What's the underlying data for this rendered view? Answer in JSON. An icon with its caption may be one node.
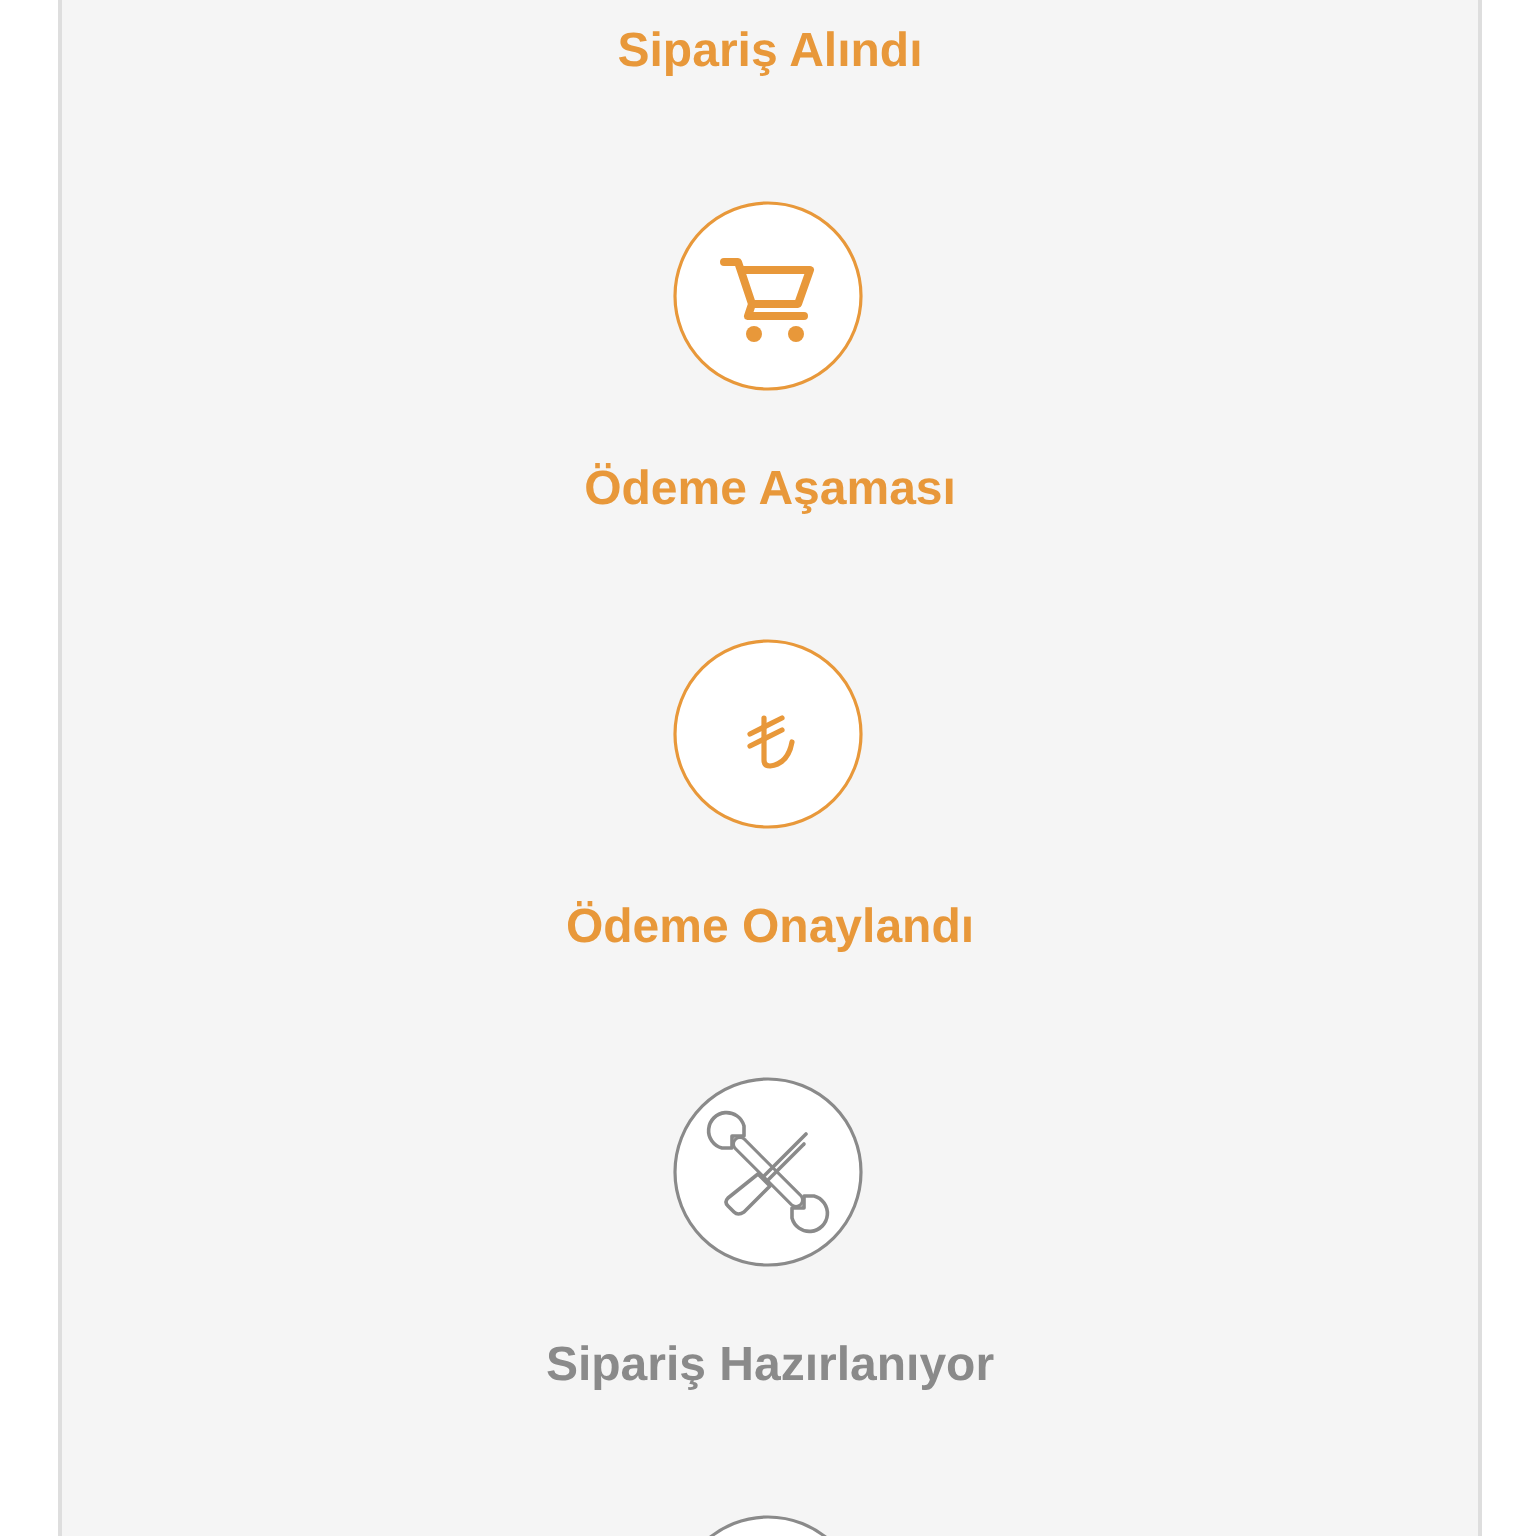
{
  "diagram": {
    "labels": [
      "Sipariş Alındı",
      "Ödeme Aşaması",
      "Ödeme Onaylandı",
      "Sipariş Hazırlanıyor"
    ]
  }
}
